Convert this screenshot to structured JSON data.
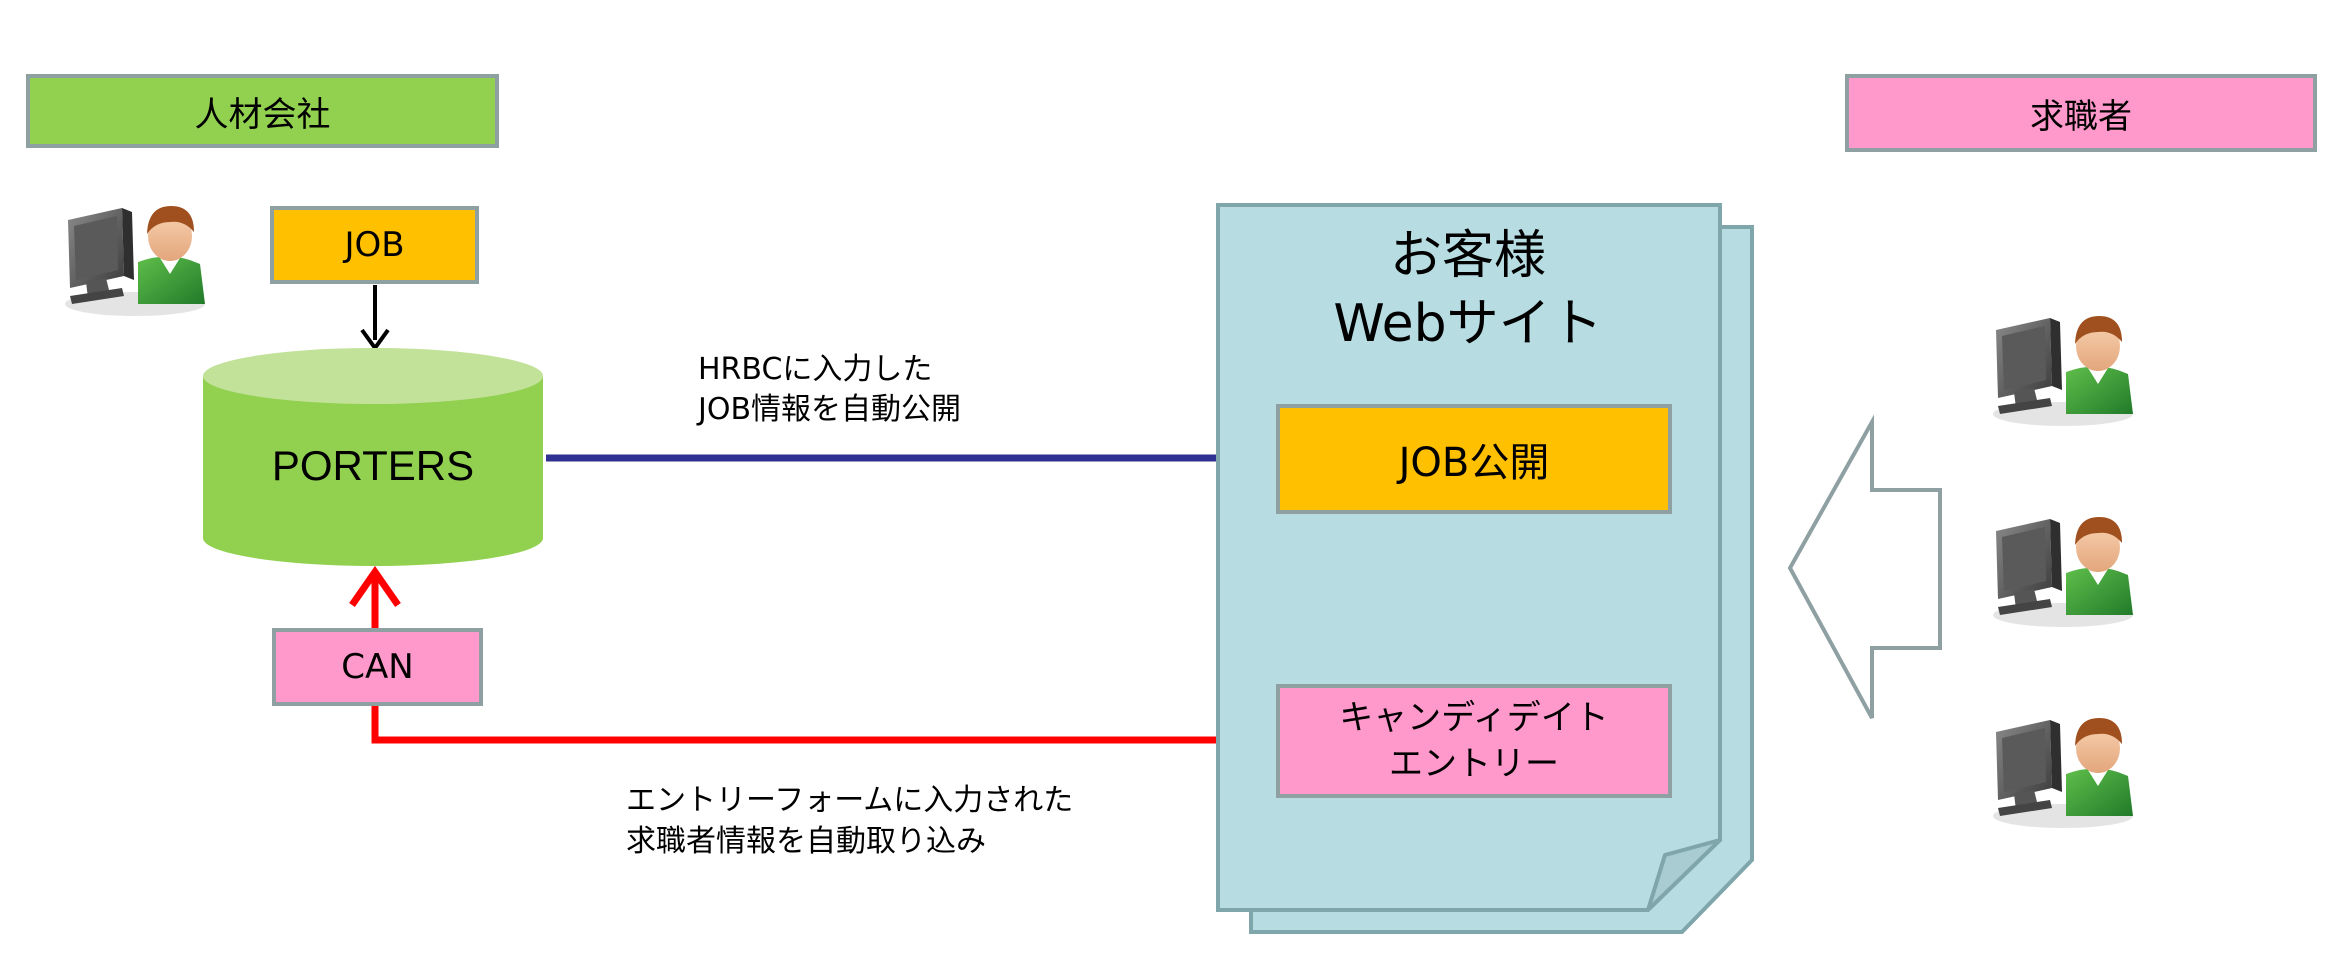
{
  "actors": {
    "company": "人材会社",
    "seeker": "求職者"
  },
  "nodes": {
    "job_input": "JOB",
    "porters": "PORTERS",
    "can": "CAN",
    "website": "お客様\nWebサイト",
    "job_publish": "JOB公開",
    "candidate_entry": "キャンディデイト\nエントリー"
  },
  "edges": {
    "publish_label": "HRBCに入力した\nJOB情報を自動公開",
    "import_label": "エントリーフォームに入力された\n求職者情報を自動取り込み"
  },
  "colors": {
    "company_green": "#92d050",
    "cylinder_top": "#c2e29a",
    "job_orange": "#ffc000",
    "seeker_pink": "#ff99cc",
    "page_blue": "#b7dde3",
    "page_border": "#7fa6ab",
    "publish_arrow": "#2e3192",
    "import_arrow": "#ff0000",
    "box_border": "#8fa0a3"
  },
  "icons": [
    "company-user-icon",
    "seeker-user-icon",
    "page-stack-icon",
    "big-left-arrow-icon"
  ]
}
